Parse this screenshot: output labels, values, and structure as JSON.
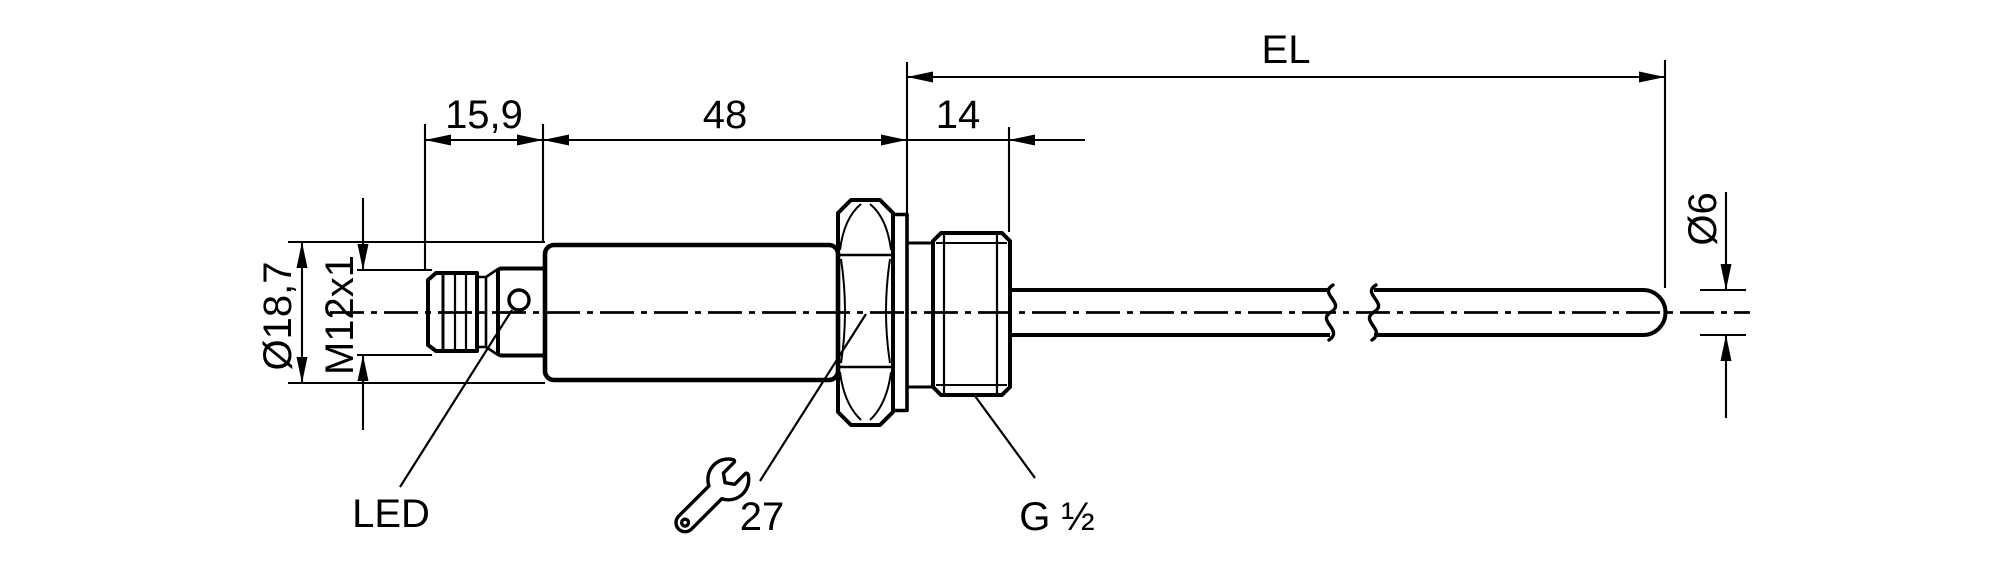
{
  "page": {
    "type": "technical-dimension-drawing",
    "subject": "threaded temperature sensor with M12 connector, G 1/2 process connection and probe tube",
    "colors": {
      "line": "#000000",
      "background": "#ffffff"
    }
  },
  "dims": {
    "connector_length": "15,9",
    "housing_length": "48",
    "thread_length": "14",
    "probe_length": "EL",
    "housing_diameter": "Ø18,7",
    "connector_thread": "M12x1",
    "probe_diameter": "Ø6",
    "wrench_size": "27",
    "process_connection": "G ½",
    "led_label": "LED"
  },
  "icons": {
    "wrench": "open-end-spanner"
  }
}
